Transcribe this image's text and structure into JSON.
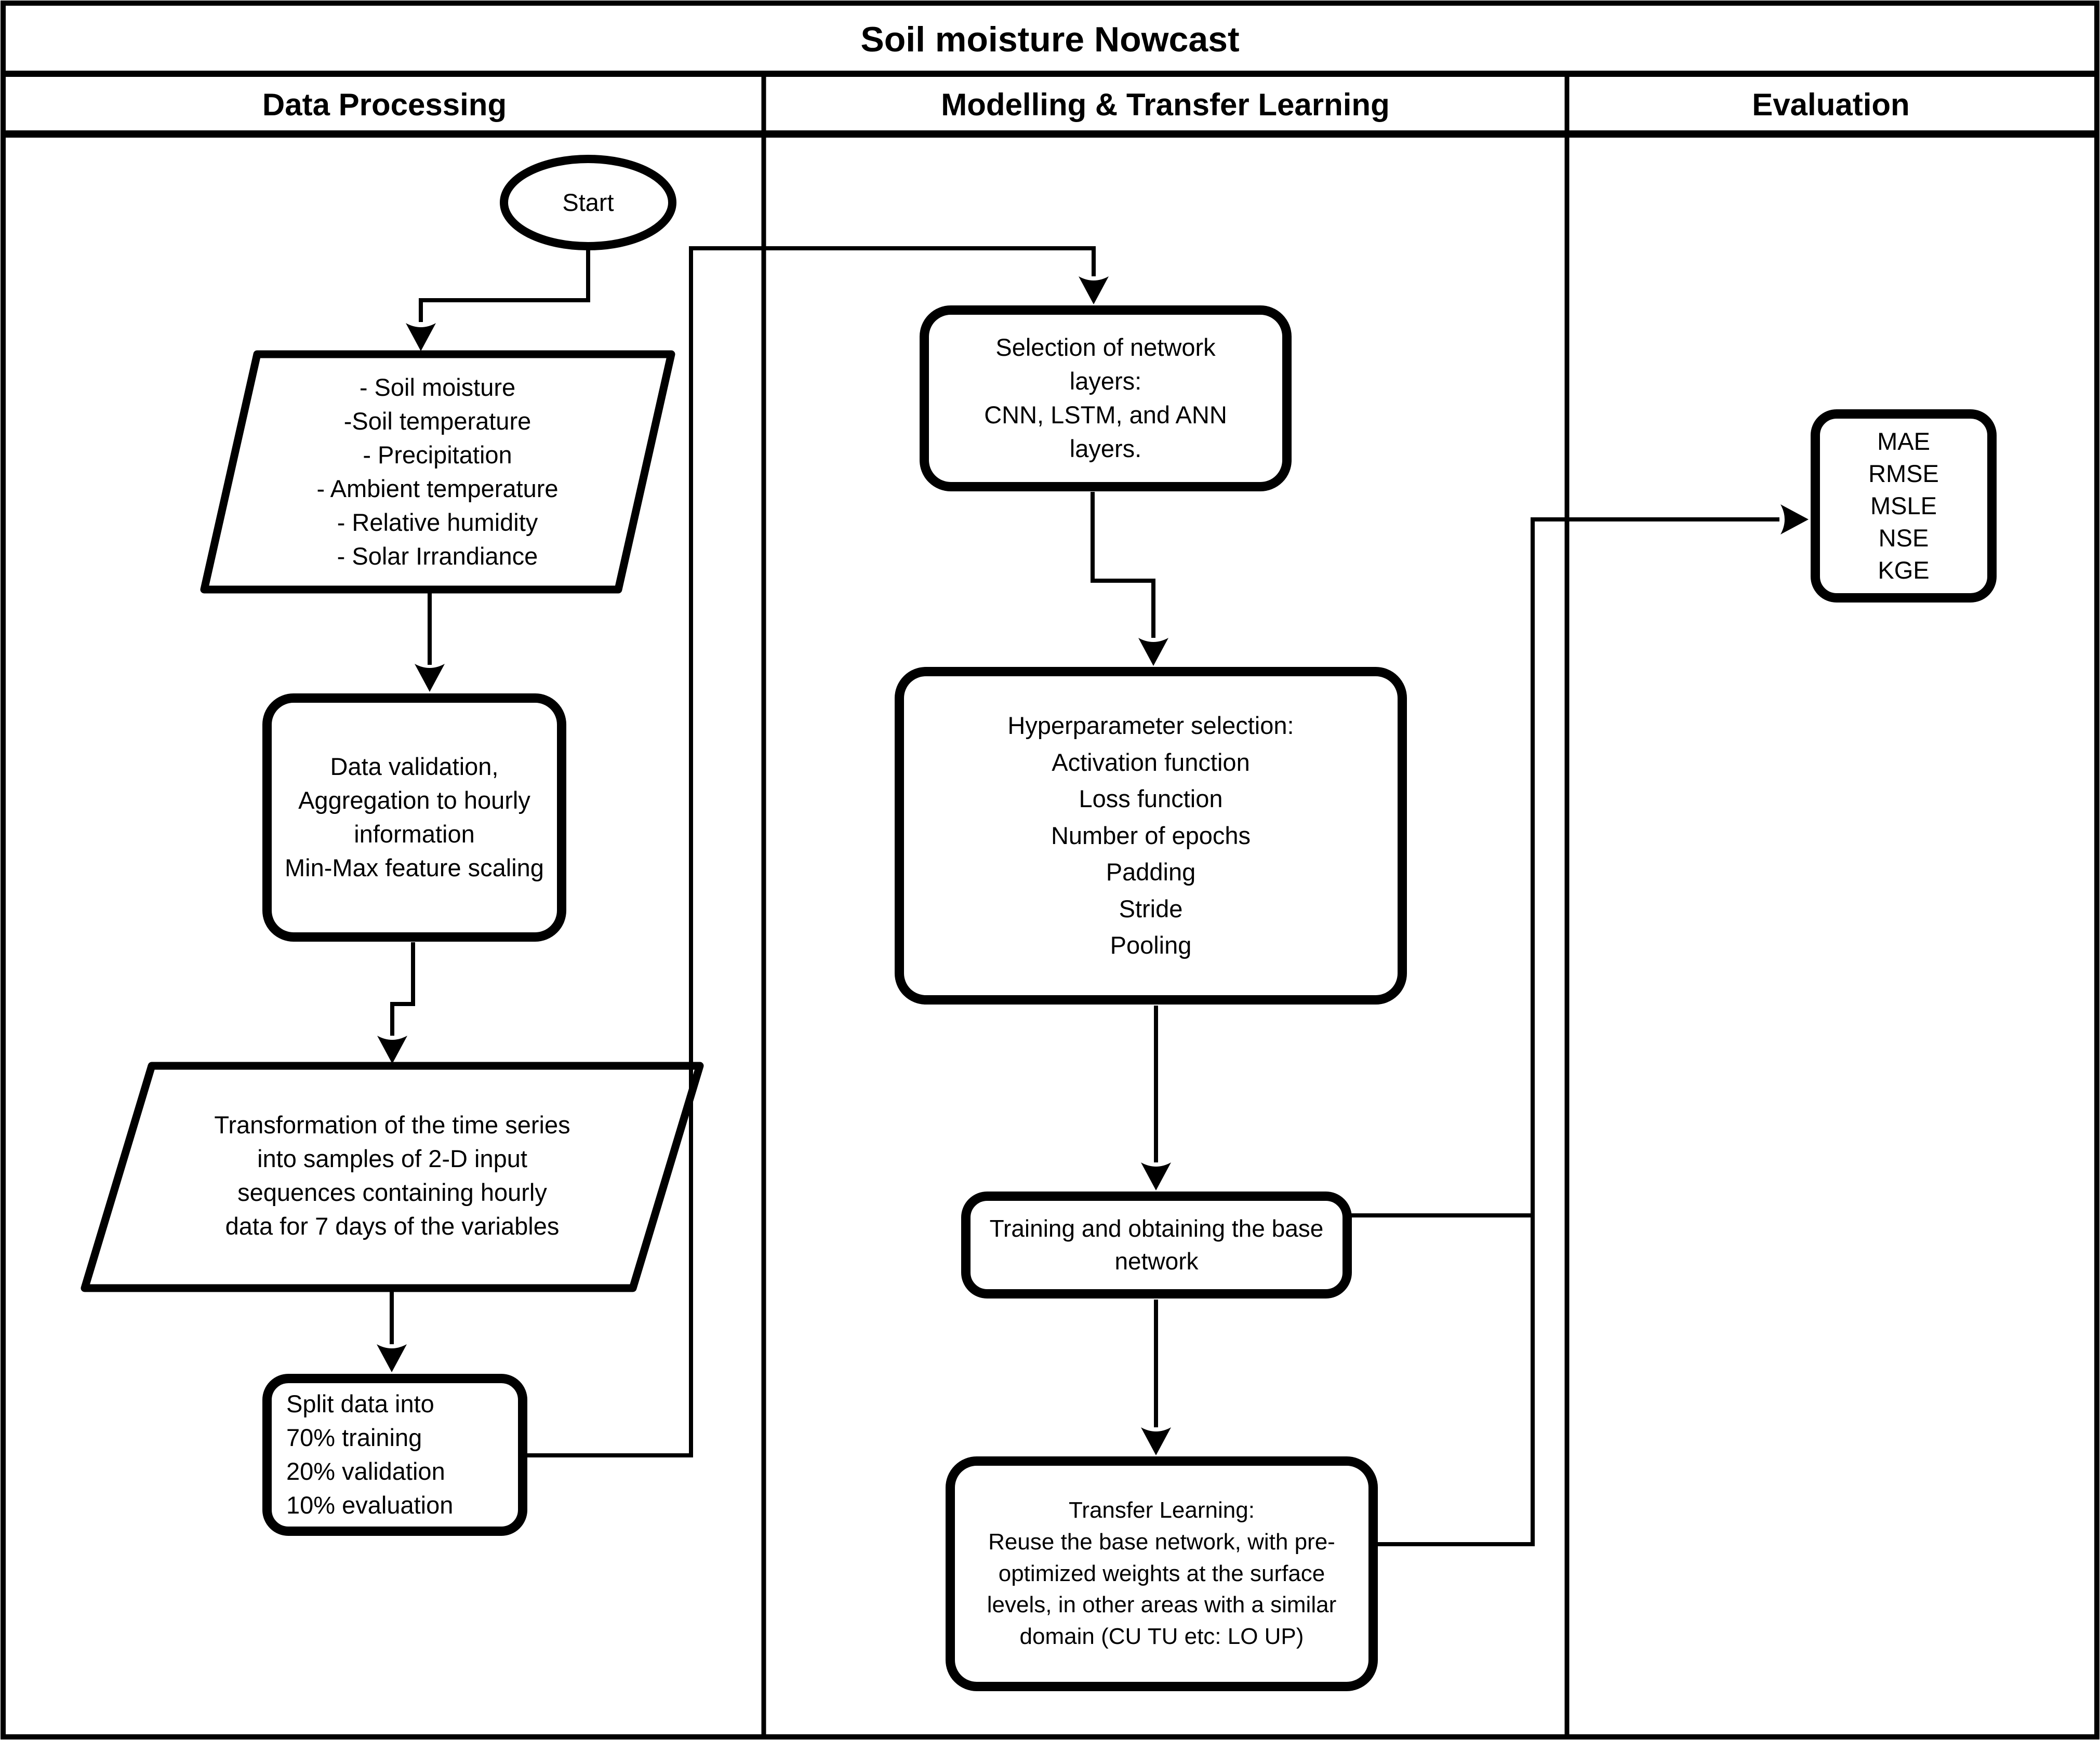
{
  "title": "Soil moisture Nowcast",
  "columns": {
    "data_processing": "Data Processing",
    "modelling": "Modelling & Transfer Learning",
    "evaluation": "Evaluation"
  },
  "nodes": {
    "start": "Start",
    "inputs": "- Soil moisture\n-Soil temperature\n- Precipitation\n- Ambient temperature\n- Relative humidity\n- Solar Irrandiance",
    "validation": "Data validation,\nAggregation to hourly\ninformation\nMin-Max feature scaling",
    "transformation": "Transformation of the time series\ninto samples of 2-D input\nsequences containing hourly\ndata for 7 days of the variables",
    "split": "Split data into\n70% training\n20% validation\n10% evaluation",
    "layer_selection": "Selection of network\nlayers:\nCNN, LSTM, and ANN\nlayers.",
    "hyperparameters": "Hyperparameter selection:\nActivation function\nLoss function\nNumber of epochs\nPadding\nStride\nPooling",
    "training": "Training and obtaining the base\nnetwork",
    "transfer": "Transfer Learning:\nReuse the base network, with pre-\noptimized weights at the surface\nlevels, in other areas with a similar\ndomain (CU TU etc: LO UP)",
    "metrics": "MAE\nRMSE\nMSLE\nNSE\nKGE"
  },
  "colors": {
    "stroke": "#000000",
    "background": "#ffffff"
  }
}
